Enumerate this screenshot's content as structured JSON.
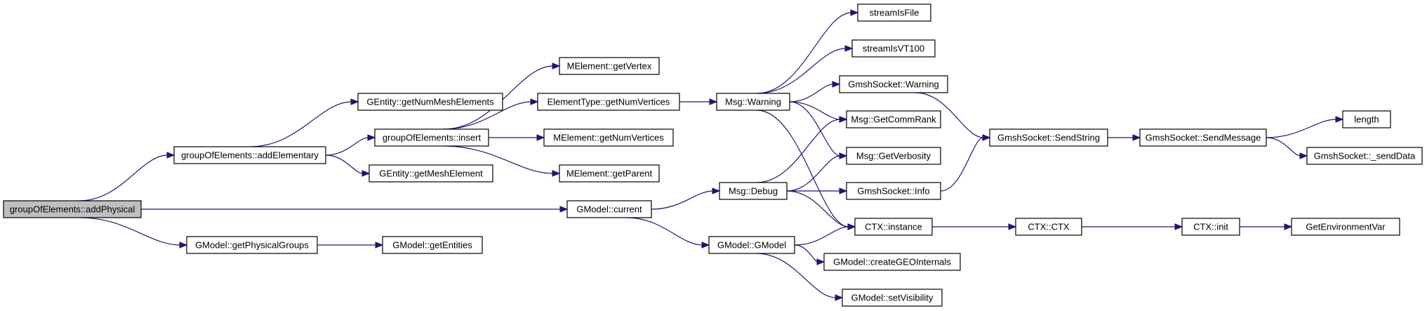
{
  "nodes": [
    {
      "id": "groupOfElements_addPhysical",
      "label": "groupOfElements::addPhysical",
      "root": true
    },
    {
      "id": "groupOfElements_addElementary",
      "label": "groupOfElements::addElementary"
    },
    {
      "id": "GModel_current",
      "label": "GModel::current"
    },
    {
      "id": "GModel_getPhysicalGroups",
      "label": "GModel::getPhysicalGroups"
    },
    {
      "id": "GEntity_getNumMeshElements",
      "label": "GEntity::getNumMeshElements"
    },
    {
      "id": "groupOfElements_insert",
      "label": "groupOfElements::insert"
    },
    {
      "id": "GEntity_getMeshElement",
      "label": "GEntity::getMeshElement"
    },
    {
      "id": "GModel_getEntities",
      "label": "GModel::getEntities"
    },
    {
      "id": "MElement_getVertex",
      "label": "MElement::getVertex"
    },
    {
      "id": "ElementType_getNumVertices",
      "label": "ElementType::getNumVertices"
    },
    {
      "id": "MElement_getNumVertices",
      "label": "MElement::getNumVertices"
    },
    {
      "id": "MElement_getParent",
      "label": "MElement::getParent"
    },
    {
      "id": "Msg_Warning",
      "label": "Msg::Warning"
    },
    {
      "id": "Msg_Debug",
      "label": "Msg::Debug"
    },
    {
      "id": "GModel_GModel",
      "label": "GModel::GModel"
    },
    {
      "id": "streamIsFile",
      "label": "streamIsFile"
    },
    {
      "id": "streamIsVT100",
      "label": "streamIsVT100"
    },
    {
      "id": "GmshSocket_Warning",
      "label": "GmshSocket::Warning"
    },
    {
      "id": "Msg_GetCommRank",
      "label": "Msg::GetCommRank"
    },
    {
      "id": "Msg_GetVerbosity",
      "label": "Msg::GetVerbosity"
    },
    {
      "id": "GmshSocket_Info",
      "label": "GmshSocket::Info"
    },
    {
      "id": "CTX_instance",
      "label": "CTX::instance"
    },
    {
      "id": "GModel_createGEOInternals",
      "label": "GModel::createGEOInternals"
    },
    {
      "id": "GModel_setVisibility",
      "label": "GModel::setVisibility"
    },
    {
      "id": "GmshSocket_SendString",
      "label": "GmshSocket::SendString"
    },
    {
      "id": "CTX_CTX",
      "label": "CTX::CTX"
    },
    {
      "id": "GmshSocket_SendMessage",
      "label": "GmshSocket::SendMessage"
    },
    {
      "id": "CTX_init",
      "label": "CTX::init"
    },
    {
      "id": "length",
      "label": "length"
    },
    {
      "id": "GmshSocket__sendData",
      "label": "GmshSocket::_sendData"
    },
    {
      "id": "GetEnvironmentVar",
      "label": "GetEnvironmentVar"
    }
  ],
  "edges": [
    [
      "groupOfElements_addPhysical",
      "groupOfElements_addElementary"
    ],
    [
      "groupOfElements_addPhysical",
      "GModel_current"
    ],
    [
      "groupOfElements_addPhysical",
      "GModel_getPhysicalGroups"
    ],
    [
      "groupOfElements_addElementary",
      "GEntity_getNumMeshElements"
    ],
    [
      "groupOfElements_addElementary",
      "groupOfElements_insert"
    ],
    [
      "groupOfElements_addElementary",
      "GEntity_getMeshElement"
    ],
    [
      "groupOfElements_insert",
      "MElement_getVertex"
    ],
    [
      "groupOfElements_insert",
      "ElementType_getNumVertices"
    ],
    [
      "groupOfElements_insert",
      "MElement_getNumVertices"
    ],
    [
      "groupOfElements_insert",
      "MElement_getParent"
    ],
    [
      "ElementType_getNumVertices",
      "Msg_Warning"
    ],
    [
      "Msg_Warning",
      "streamIsFile"
    ],
    [
      "Msg_Warning",
      "streamIsVT100"
    ],
    [
      "Msg_Warning",
      "GmshSocket_Warning"
    ],
    [
      "Msg_Warning",
      "Msg_GetCommRank"
    ],
    [
      "Msg_Warning",
      "Msg_GetVerbosity"
    ],
    [
      "Msg_Warning",
      "CTX_instance"
    ],
    [
      "GModel_getPhysicalGroups",
      "GModel_getEntities"
    ],
    [
      "GModel_current",
      "Msg_Debug"
    ],
    [
      "GModel_current",
      "GModel_GModel"
    ],
    [
      "Msg_Debug",
      "Msg_GetCommRank"
    ],
    [
      "Msg_Debug",
      "Msg_GetVerbosity"
    ],
    [
      "Msg_Debug",
      "GmshSocket_Info"
    ],
    [
      "Msg_Debug",
      "CTX_instance"
    ],
    [
      "GModel_GModel",
      "CTX_instance"
    ],
    [
      "GModel_GModel",
      "GModel_createGEOInternals"
    ],
    [
      "GModel_GModel",
      "GModel_setVisibility"
    ],
    [
      "GmshSocket_Warning",
      "GmshSocket_SendString"
    ],
    [
      "GmshSocket_Info",
      "GmshSocket_SendString"
    ],
    [
      "GmshSocket_SendString",
      "GmshSocket_SendMessage"
    ],
    [
      "GmshSocket_SendMessage",
      "length"
    ],
    [
      "GmshSocket_SendMessage",
      "GmshSocket__sendData"
    ],
    [
      "CTX_instance",
      "CTX_CTX"
    ],
    [
      "CTX_CTX",
      "CTX_init"
    ],
    [
      "CTX_init",
      "GetEnvironmentVar"
    ]
  ]
}
